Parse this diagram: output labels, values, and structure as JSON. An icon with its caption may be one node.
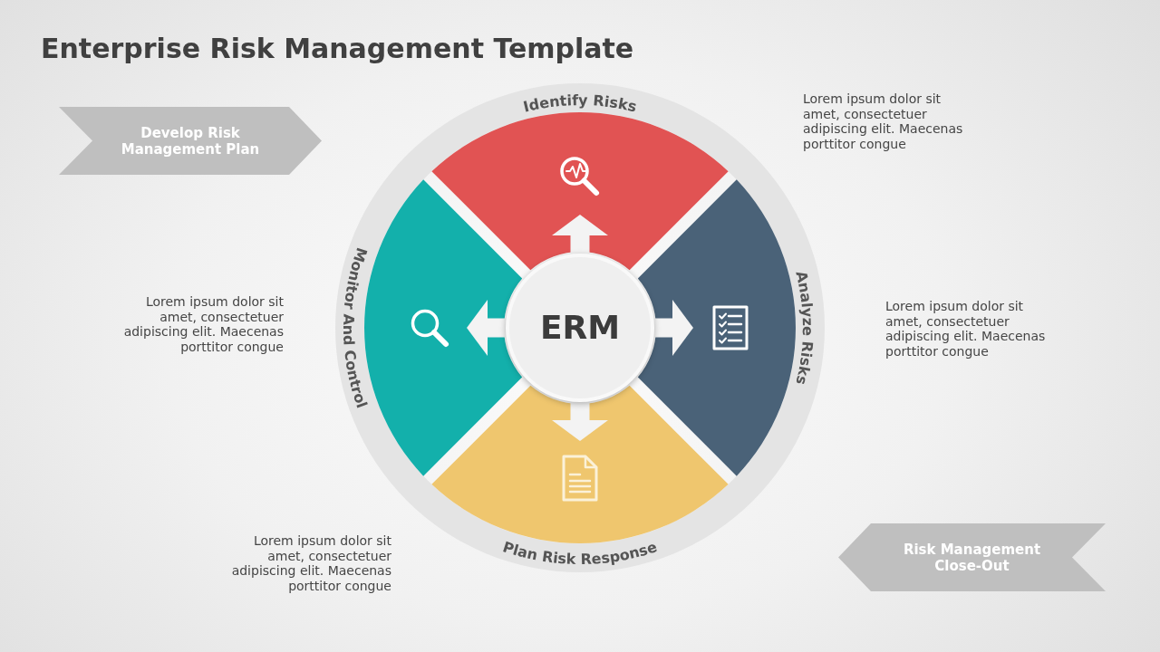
{
  "diagram": {
    "title": "Enterprise Risk Management Template",
    "nodes": [
      {
        "text": [
          "Develop Risk Management Plan"
        ]
      },
      {
        "text": [
          "Identify Risks"
        ]
      },
      {
        "text": [
          "Monitor And Control"
        ]
      },
      {
        "text": [
          "ERM"
        ]
      },
      {
        "text": [
          "Analyze Risks"
        ]
      },
      {
        "text": [
          "Plan Risk Response"
        ]
      },
      {
        "text": [
          "Risk Management Close-Out"
        ]
      }
    ],
    "edges": [
      {
        "from": 3,
        "to": 1,
        "arrow": "to"
      },
      {
        "from": 3,
        "to": 4,
        "arrow": "to"
      },
      {
        "from": 3,
        "to": 5,
        "arrow": "to"
      },
      {
        "from": 3,
        "to": 2,
        "arrow": "to"
      }
    ],
    "labels": [
      "Lorem ipsum dolor sit amet, consectetuer adipiscing elit. Maecenas porttitor congue",
      "Lorem ipsum dolor sit amet, consectetuer adipiscing elit. Maecenas porttitor congue",
      "Lorem ipsum dolor sit amet, consectetuer adipiscing elit. Maecenas porttitor congue",
      "Lorem ipsum dolor sit amet, consectetuer adipiscing elit. Maecenas porttitor congue"
    ]
  }
}
